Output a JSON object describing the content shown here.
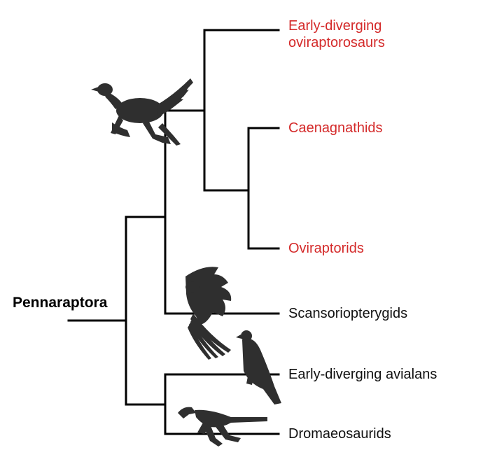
{
  "root": {
    "label": "Pennaraptora"
  },
  "taxa": [
    {
      "id": "early-oviraptorosaurs",
      "lines": [
        "Early-diverging",
        "oviraptorosaurs"
      ],
      "highlight": true,
      "color": "#d42a2a"
    },
    {
      "id": "caenagnathids",
      "lines": [
        "Caenagnathids"
      ],
      "highlight": true,
      "color": "#d42a2a"
    },
    {
      "id": "oviraptorids",
      "lines": [
        "Oviraptorids"
      ],
      "highlight": true,
      "color": "#d42a2a"
    },
    {
      "id": "scansoriopterygids",
      "lines": [
        "Scansoriopterygids"
      ],
      "highlight": false,
      "color": "#111111"
    },
    {
      "id": "early-avialans",
      "lines": [
        "Early-diverging avialans"
      ],
      "highlight": false,
      "color": "#111111"
    },
    {
      "id": "dromaeosaurids",
      "lines": [
        "Dromaeosaurids"
      ],
      "highlight": false,
      "color": "#111111"
    }
  ],
  "silhouettes": [
    {
      "name": "feathered-oviraptorosaur-icon"
    },
    {
      "name": "scansoriopterygid-icon"
    },
    {
      "name": "perching-bird-icon"
    },
    {
      "name": "dromaeosaur-icon"
    }
  ],
  "colors": {
    "branch": "#000000",
    "highlight": "#d42a2a",
    "silhouette": "#2f2f2f"
  }
}
